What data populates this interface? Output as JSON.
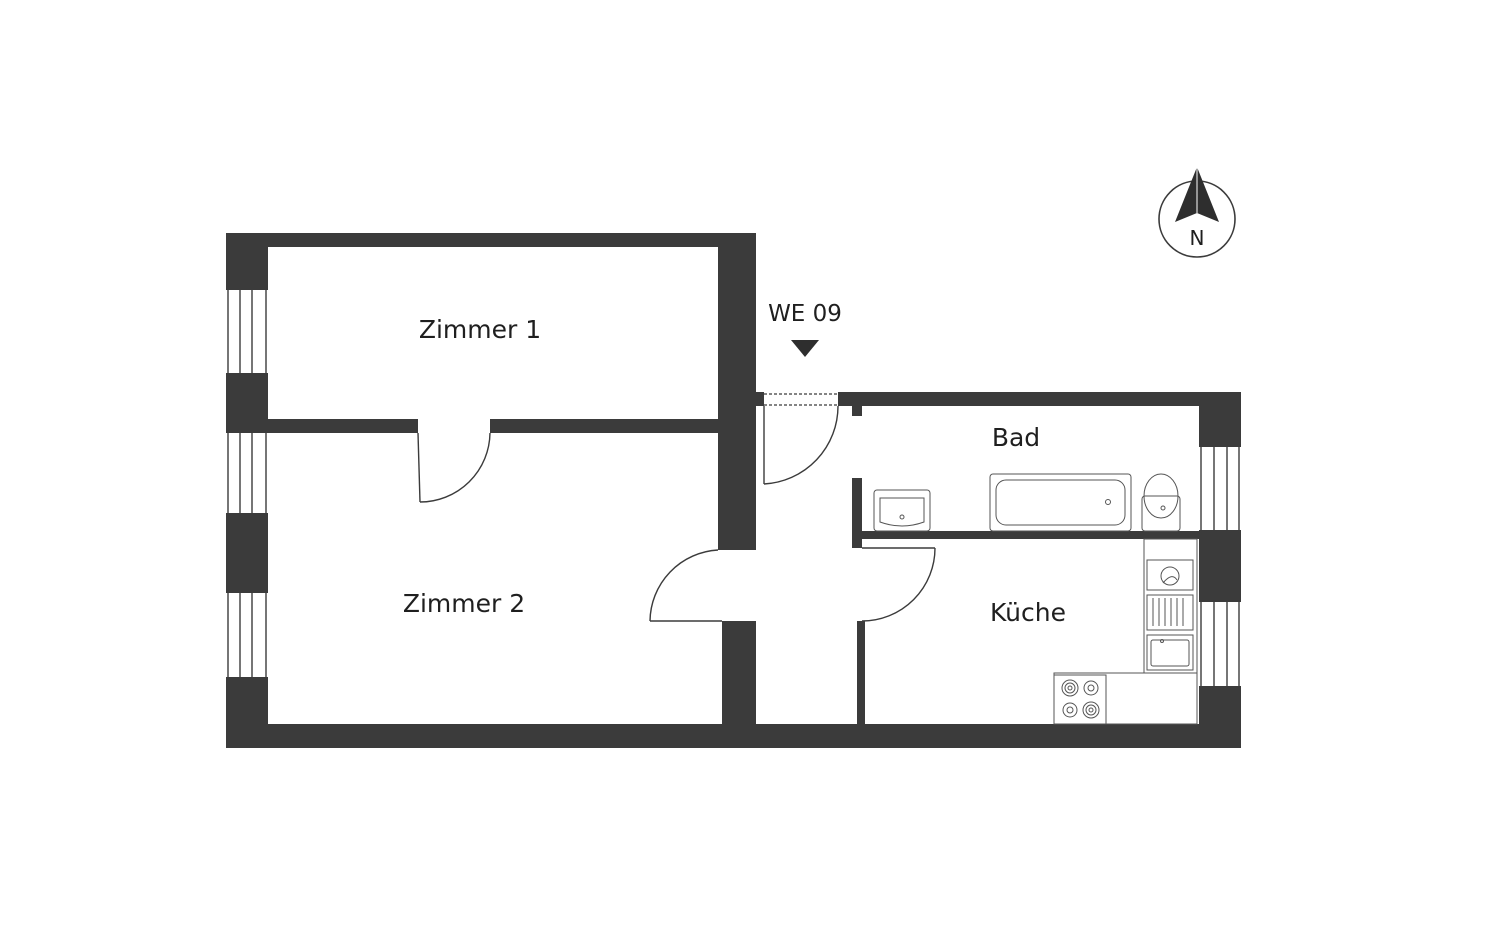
{
  "unit": {
    "label": "WE 09"
  },
  "rooms": {
    "zimmer1": "Zimmer 1",
    "zimmer2": "Zimmer 2",
    "bad": "Bad",
    "kueche": "Küche"
  },
  "compass": {
    "label": "N"
  },
  "colors": {
    "wall": "#3b3b3b",
    "background": "#ffffff",
    "text": "#1f1f1f"
  }
}
